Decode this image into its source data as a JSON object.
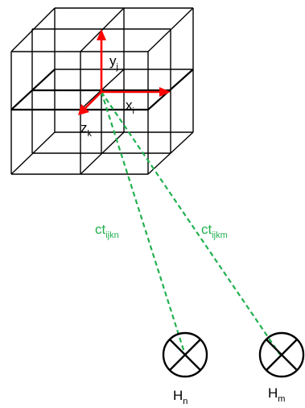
{
  "diagram": {
    "axes": {
      "y": {
        "base": "y",
        "sub": "j"
      },
      "x": {
        "base": "x",
        "sub": "i"
      },
      "z": {
        "base": "z",
        "sub": "k"
      }
    },
    "paths": {
      "to_n": {
        "base": "ct",
        "sub": "ijkn"
      },
      "to_m": {
        "base": "ct",
        "sub": "ijkm"
      }
    },
    "sensors": {
      "n": {
        "base": "H",
        "sub": "n"
      },
      "m": {
        "base": "H",
        "sub": "m"
      }
    },
    "colors": {
      "grid": "#000000",
      "axis": "#ff0000",
      "path": "#22b050",
      "sensor": "#000000",
      "label": "#000000"
    },
    "icons": {
      "sensor": "circle-x-icon",
      "axis_head": "arrowhead-icon"
    }
  }
}
